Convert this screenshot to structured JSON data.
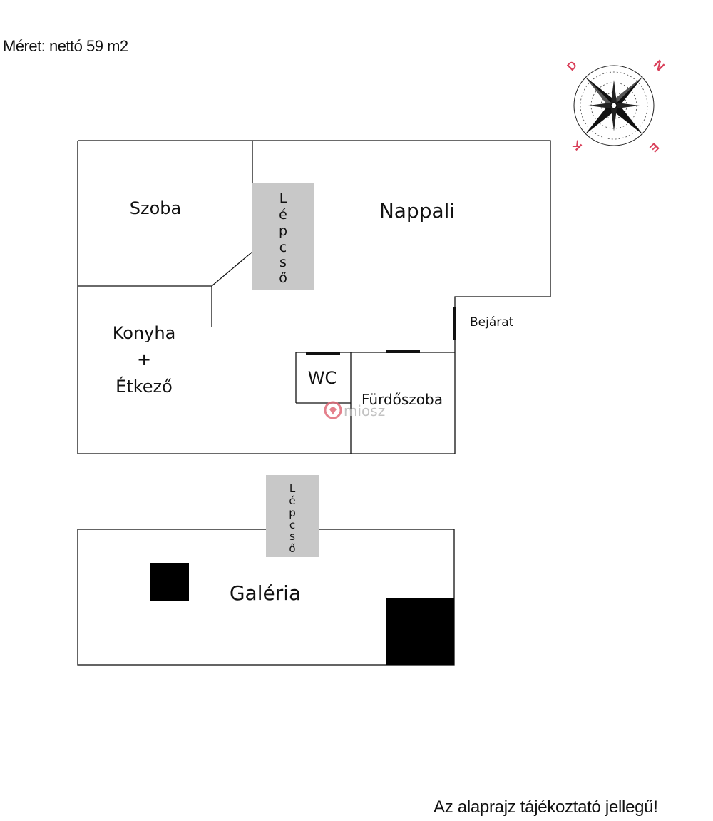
{
  "header": {
    "size_label": "Méret: nettó 59 m2"
  },
  "footer": {
    "disclaimer": "Az alaprajz tájékoztató jellegű!"
  },
  "rooms": {
    "szoba": "Szoba",
    "nappali": "Nappali",
    "konyha_1": "Konyha",
    "konyha_2": "+",
    "konyha_3": "Étkező",
    "wc": "WC",
    "furdoszoba": "Fürdőszoba",
    "bejarat": "Bejárat",
    "galeria": "Galéria"
  },
  "stairs": {
    "upper_letters": [
      "L",
      "é",
      "p",
      "c",
      "s",
      "ő"
    ],
    "lower_letters": [
      "L",
      "é",
      "p",
      "c",
      "s",
      "ő"
    ]
  },
  "compass": {
    "north": "N",
    "east": "E",
    "south": "K",
    "west": "D",
    "letter_color": "#d9405a"
  },
  "watermark": {
    "text": "miosz",
    "color": "#e06a78"
  },
  "colors": {
    "wall": "#111111",
    "stair_fill": "#c8c8c8",
    "block": "#000000"
  }
}
